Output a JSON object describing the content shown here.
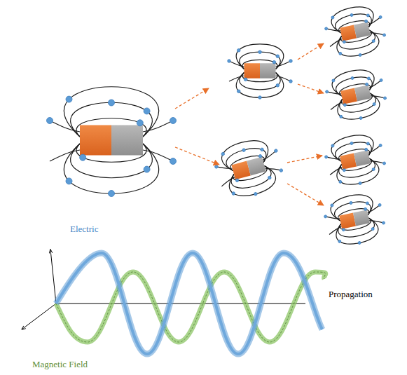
{
  "diagram": {
    "labels": [
      "Electric",
      "Propagation",
      "Magnetic Field"
    ]
  }
}
